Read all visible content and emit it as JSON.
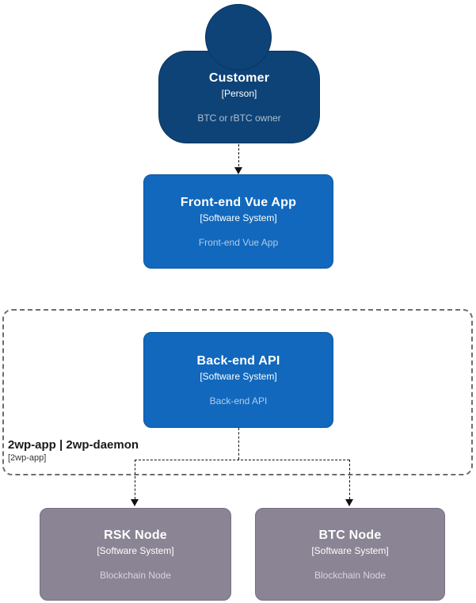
{
  "diagram": {
    "type": "c4-system-context",
    "nodes": {
      "customer": {
        "title": "Customer",
        "meta": "[Person]",
        "description": "BTC or rBTC owner"
      },
      "frontend": {
        "title": "Front-end Vue App",
        "meta": "[Software System]",
        "description": "Front-end Vue App"
      },
      "backend": {
        "title": "Back-end API",
        "meta": "[Software System]",
        "description": "Back-end API"
      },
      "rsk": {
        "title": "RSK Node",
        "meta": "[Software System]",
        "description": "Blockchain Node"
      },
      "btc": {
        "title": "BTC Node",
        "meta": "[Software System]",
        "description": "Blockchain Node"
      }
    },
    "boundary": {
      "title": "2wp-app | 2wp-daemon",
      "meta": "[2wp-app]"
    },
    "edges": [
      {
        "from": "customer",
        "to": "frontend",
        "style": "dashed",
        "label": ""
      },
      {
        "from": "backend",
        "to": "rsk",
        "style": "dashed",
        "label": ""
      },
      {
        "from": "backend",
        "to": "btc",
        "style": "dashed",
        "label": ""
      }
    ],
    "colors": {
      "person_fill": "#0e4377",
      "system_fill": "#1168bd",
      "node_gray_fill": "#8a8494",
      "boundary_border": "#6e6e6e",
      "connector": "#111111",
      "background": "#ffffff",
      "text": "#ffffff",
      "description_text": "rgba(255,255,255,0.66)"
    }
  }
}
